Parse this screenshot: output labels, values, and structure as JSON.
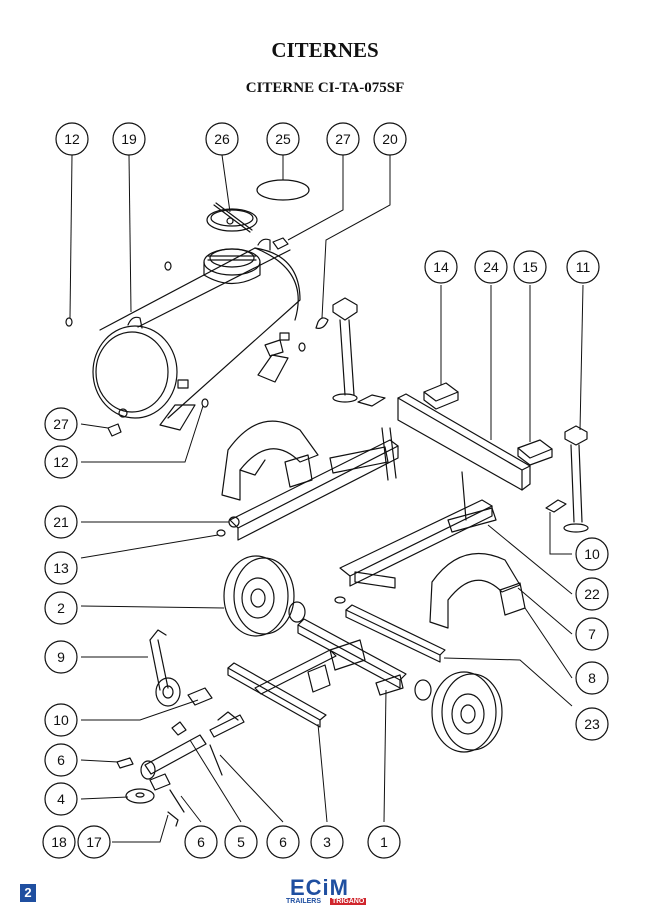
{
  "header": {
    "title": "CITERNES",
    "subtitle": "CITERNE CI-TA-075SF"
  },
  "callouts": [
    "12",
    "19",
    "26",
    "25",
    "27",
    "20",
    "14",
    "24",
    "15",
    "11",
    "27",
    "12",
    "21",
    "13",
    "2",
    "9",
    "10",
    "6",
    "4",
    "18",
    "17",
    "6",
    "5",
    "6",
    "3",
    "1",
    "23",
    "8",
    "7",
    "22",
    "10"
  ],
  "footer": {
    "page_number": "2",
    "logo_main": "ECiM",
    "logo_sub": "TRAILERS",
    "logo_tag": "TRIGANO"
  },
  "colors": {
    "ink": "#111111",
    "brand_blue": "#1f4fa0",
    "brand_red": "#d0262d"
  }
}
